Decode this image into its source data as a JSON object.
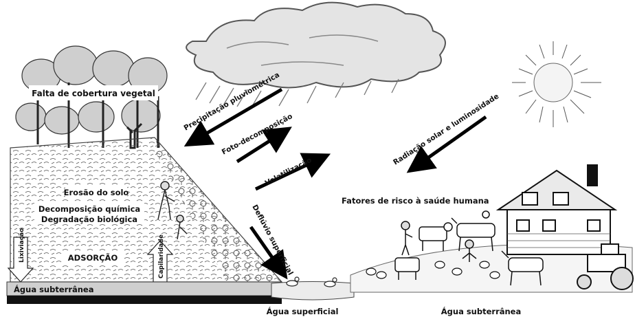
{
  "labels": {
    "falta_cobertura": "Falta de cobertura vegetal",
    "precipitacao": "Precipitação pluviométrica",
    "foto_decomposicao": "Foto-decomposição",
    "volatilizacao": "Volatilização",
    "radiacao": "Radiação solar e luminosidade",
    "erosao": "Erosão do solo",
    "decomposicao_quimica": "Decomposição química",
    "degradacao_biologica": "Degradação biológica",
    "adsorcao": "ADSORÇÃO",
    "lixiviacao": "Lixiviação",
    "capilaridade": "Capilaridade",
    "deflúvio": "Deflúvio superficial",
    "fatores_risco": "Fatores de risco à saúde humana",
    "agua_subterranea_left": "Água subterrânea",
    "agua_superficial": "Água superficial",
    "agua_subterranea_right": "Água subterrânea"
  },
  "icons": [
    "cloud-icon",
    "sun-icon",
    "tree-icon",
    "house-icon",
    "tractor-icon",
    "cow-icon",
    "horse-icon",
    "farmer-icon",
    "duck-icon",
    "chicken-icon"
  ]
}
